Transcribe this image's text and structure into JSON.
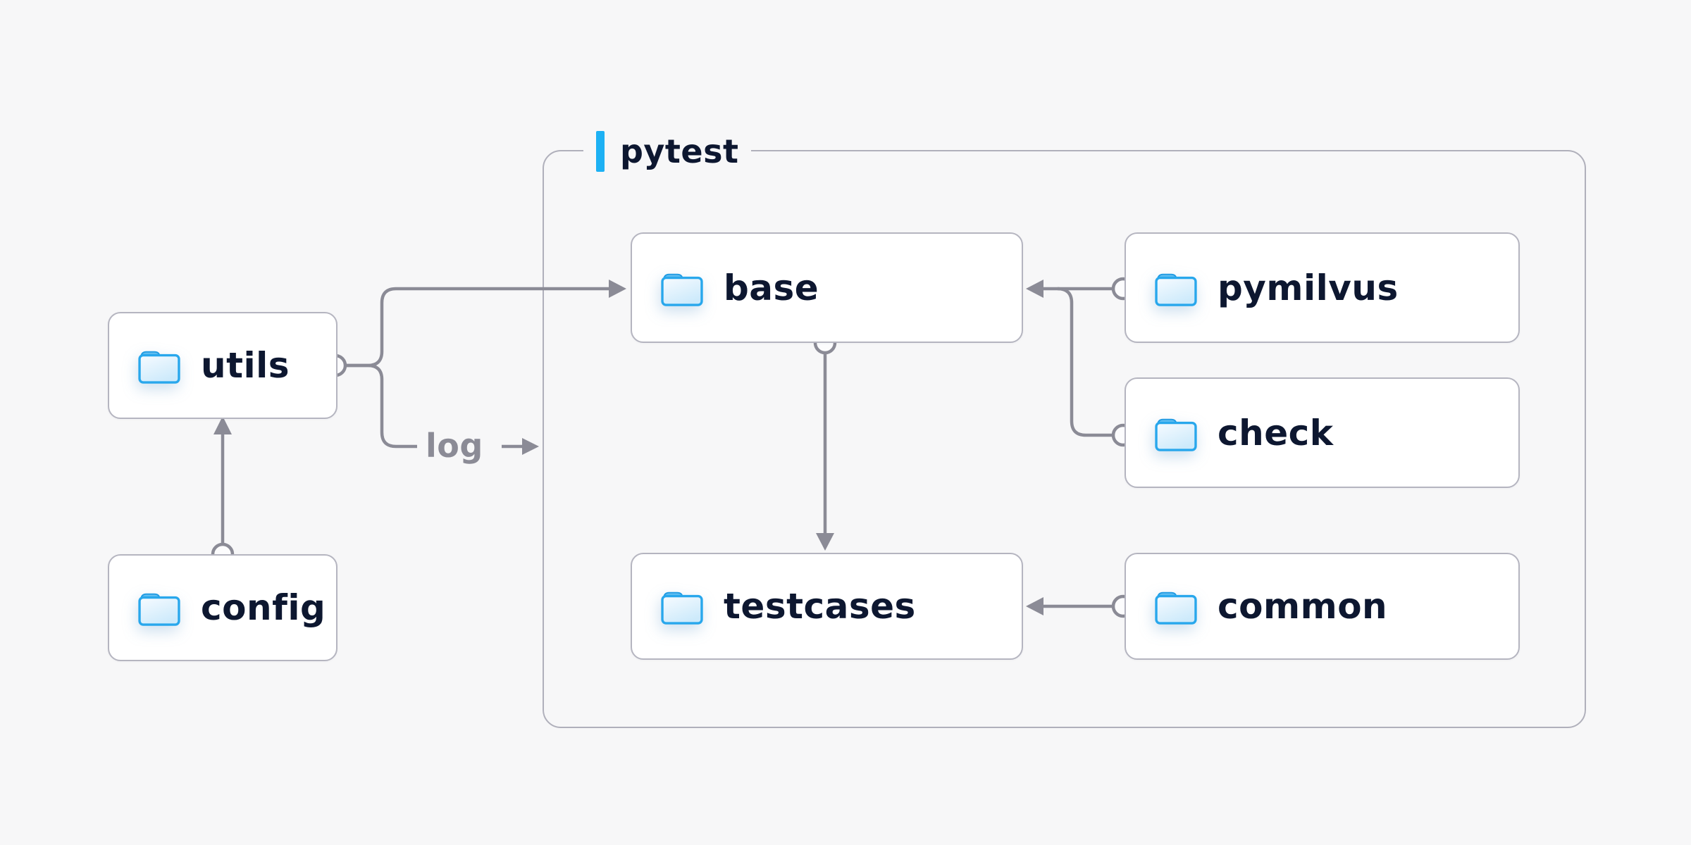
{
  "container": {
    "label": "pytest"
  },
  "nodes": {
    "utils": {
      "label": "utils",
      "icon": "folder-icon"
    },
    "config": {
      "label": "config",
      "icon": "folder-icon"
    },
    "base": {
      "label": "base",
      "icon": "folder-icon"
    },
    "pymilvus": {
      "label": "pymilvus",
      "icon": "folder-icon"
    },
    "check": {
      "label": "check",
      "icon": "folder-icon"
    },
    "testcases": {
      "label": "testcases",
      "icon": "folder-icon"
    },
    "common": {
      "label": "common",
      "icon": "folder-icon"
    }
  },
  "edges": {
    "labels": {
      "log": "log"
    },
    "list": [
      {
        "from": "config",
        "to": "utils"
      },
      {
        "from": "utils",
        "to": "base"
      },
      {
        "from": "utils",
        "to": "pytest",
        "label": "log"
      },
      {
        "from": "base",
        "to": "testcases"
      },
      {
        "from": "pymilvus",
        "to": "base"
      },
      {
        "from": "check",
        "to": "base"
      },
      {
        "from": "common",
        "to": "testcases"
      }
    ]
  },
  "colors": {
    "background": "#f7f7f8",
    "accent": "#1db1f4",
    "text": "#0d1730",
    "line": "#8b8b96",
    "muted_label": "#8b8b96",
    "node_fill": "#ffffff",
    "node_border": "#b5b5c0",
    "group_border": "#b0b0bb",
    "folder_stroke": "#28a7ec"
  }
}
